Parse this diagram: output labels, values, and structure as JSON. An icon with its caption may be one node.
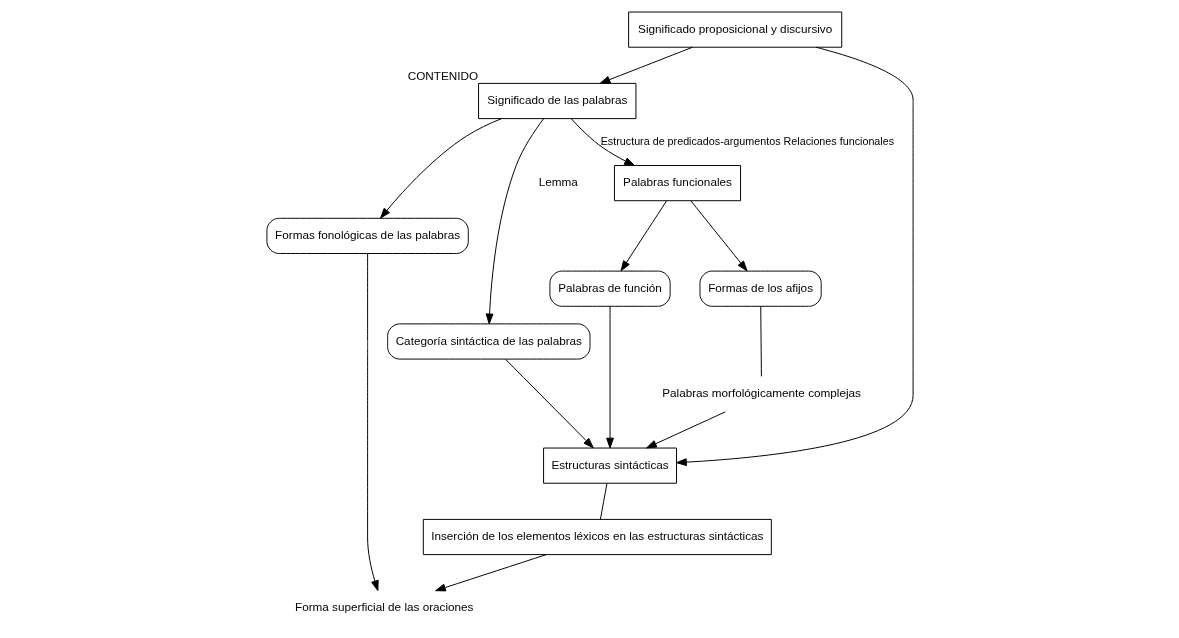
{
  "diagram": {
    "nodes": [
      {
        "text": [
          "Significado proposicional y discursivo"
        ]
      },
      {
        "text": [
          "Significado de las palabras"
        ],
        "beside": [
          "CONTENIDO"
        ]
      },
      {
        "text": [
          "Palabras funcionales"
        ]
      },
      {
        "text": [
          "Formas fonológicas de las palabras"
        ]
      },
      {
        "text": [
          "Categoría sintáctica de las palabras"
        ]
      },
      {
        "text": [
          "Formas de los afijos"
        ]
      },
      {
        "text": [
          "Palabras de función"
        ]
      },
      {
        "text": [
          "Palabras morfológicamente complejas"
        ]
      },
      {
        "text": [
          "Estructuras sintácticas"
        ]
      },
      {
        "text": [
          "Inserción de los elementos léxicos en las estructuras sintácticas"
        ]
      },
      {
        "text": [
          "Forma superficial de las oraciones"
        ]
      }
    ],
    "edges": [
      {
        "from": 0,
        "to": 1,
        "arrow": "to"
      },
      {
        "from": 1,
        "to": 3,
        "arrow": "to"
      },
      {
        "from": 1,
        "to": 4,
        "arrow": "to"
      },
      {
        "from": 1,
        "to": 2,
        "arrow": "to",
        "label": "Estructura de predicados-argumentos Relaciones funcionales"
      },
      {
        "from": 2,
        "to": 5,
        "arrow": "to"
      },
      {
        "from": 2,
        "to": 6,
        "arrow": "to"
      },
      {
        "from": 0,
        "to": 8,
        "arrow": "to"
      },
      {
        "from": 4,
        "to": 8,
        "arrow": "to"
      },
      {
        "from": 5,
        "to": 7,
        "arrow": "none"
      },
      {
        "from": 7,
        "to": 8,
        "arrow": "to"
      },
      {
        "from": 6,
        "to": 8,
        "arrow": "to"
      },
      {
        "from": 3,
        "to": 10,
        "arrow": "to"
      },
      {
        "from": 8,
        "to": 9,
        "arrow": "none"
      },
      {
        "from": 9,
        "to": 10,
        "arrow": "to"
      }
    ],
    "labels": [
      "Lemma"
    ]
  }
}
